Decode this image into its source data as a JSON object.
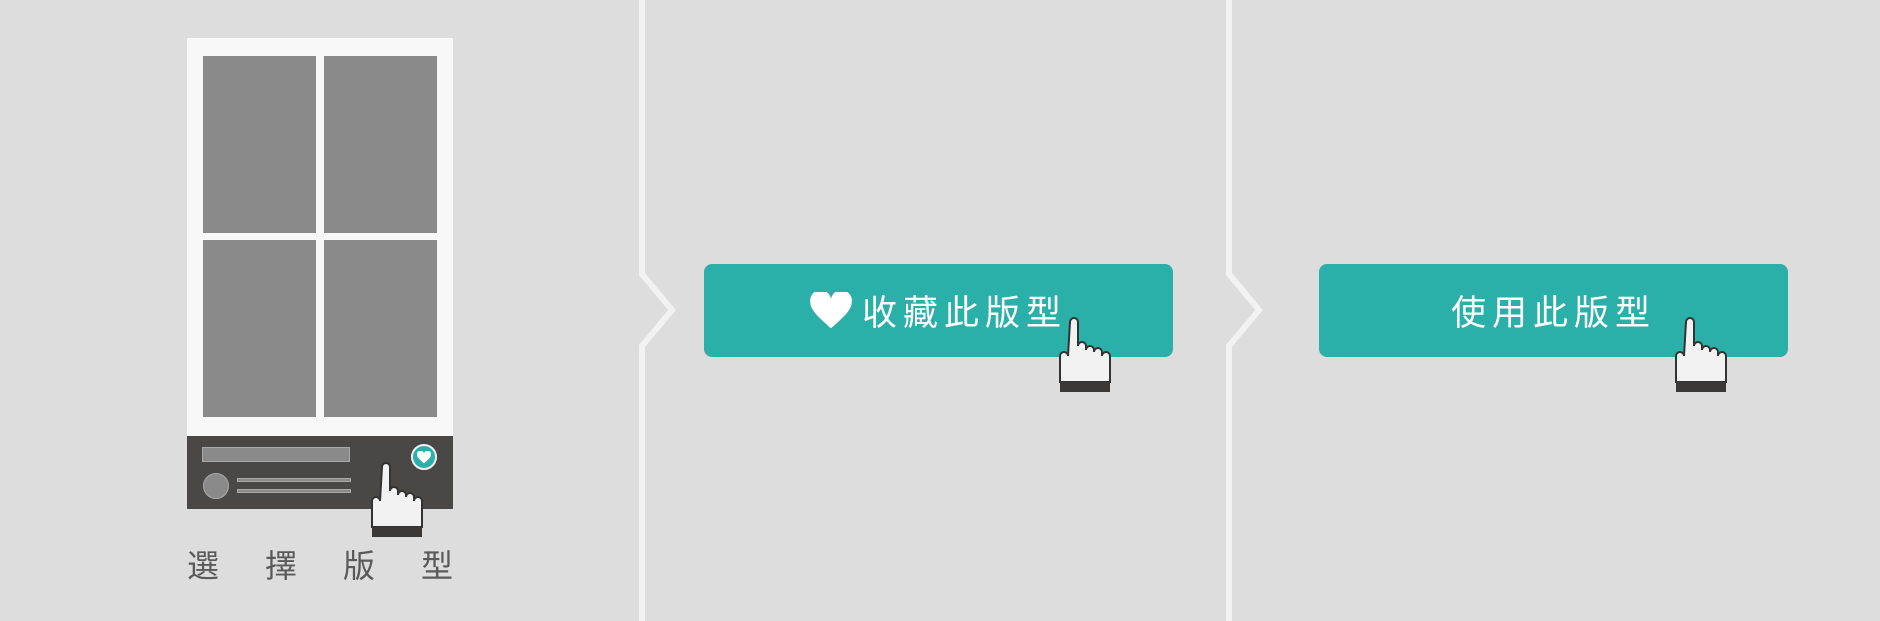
{
  "steps": [
    {
      "label_chars": [
        "選",
        "擇",
        "版",
        "型"
      ]
    },
    {
      "button_label": "收藏此版型",
      "icon": "heart-icon"
    },
    {
      "button_label": "使用此版型"
    }
  ],
  "colors": {
    "background": "#dcdddc",
    "accent": "#2bafa9",
    "card": "#f8f8f8",
    "photo": "#8a8a8a",
    "footer": "#4a4747"
  }
}
